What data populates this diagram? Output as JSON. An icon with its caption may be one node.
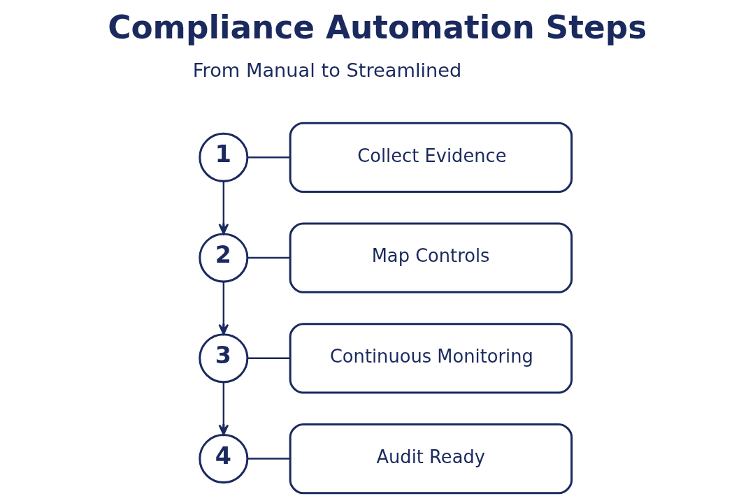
{
  "diagram": {
    "title": "Compliance Automation Steps",
    "nodes": [
      {
        "text": [
          "1"
        ]
      },
      {
        "text": [
          "Collect Evidence"
        ]
      },
      {
        "text": [
          "2"
        ]
      },
      {
        "text": [
          "Map Controls"
        ]
      },
      {
        "text": [
          "3"
        ]
      },
      {
        "text": [
          "Continuous Monitoring"
        ]
      },
      {
        "text": [
          "4"
        ]
      },
      {
        "text": [
          "Audit Ready"
        ]
      }
    ],
    "edges": [
      {
        "from": 0,
        "to": 1,
        "arrow": "none"
      },
      {
        "from": 0,
        "to": 2,
        "arrow": "to"
      },
      {
        "from": 2,
        "to": 3,
        "arrow": "none"
      },
      {
        "from": 2,
        "to": 4,
        "arrow": "to"
      },
      {
        "from": 4,
        "to": 5,
        "arrow": "none"
      },
      {
        "from": 4,
        "to": 6,
        "arrow": "to"
      },
      {
        "from": 6,
        "to": 7,
        "arrow": "none"
      }
    ],
    "labels": [
      "From Manual to Streamlined"
    ]
  }
}
